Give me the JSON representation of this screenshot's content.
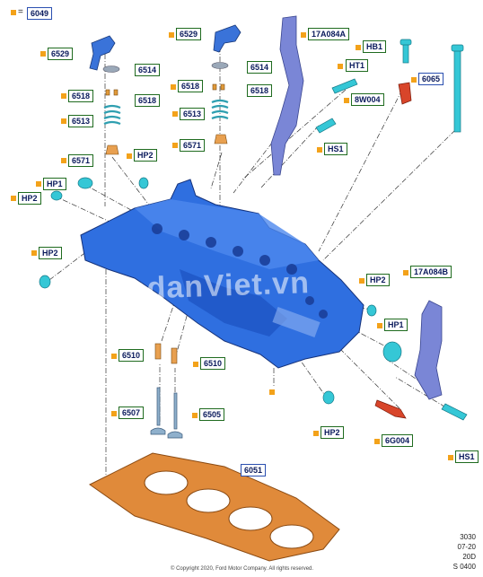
{
  "legend": {
    "symbol": "=",
    "code": "6049"
  },
  "labels": [
    {
      "id": "6529a",
      "text": "6529"
    },
    {
      "id": "6514a",
      "text": "6514"
    },
    {
      "id": "6518a",
      "text": "6518"
    },
    {
      "id": "6518b",
      "text": "6518"
    },
    {
      "id": "6513a",
      "text": "6513"
    },
    {
      "id": "6571a",
      "text": "6571"
    },
    {
      "id": "hp2a",
      "text": "HP2"
    },
    {
      "id": "hp1a",
      "text": "HP1"
    },
    {
      "id": "hp2b",
      "text": "HP2"
    },
    {
      "id": "hp2c",
      "text": "HP2"
    },
    {
      "id": "6529b",
      "text": "6529"
    },
    {
      "id": "6514b",
      "text": "6514"
    },
    {
      "id": "6518c",
      "text": "6518"
    },
    {
      "id": "6518d",
      "text": "6518"
    },
    {
      "id": "6513b",
      "text": "6513"
    },
    {
      "id": "6571b",
      "text": "6571"
    },
    {
      "id": "17a084a",
      "text": "17A084A"
    },
    {
      "id": "hb1",
      "text": "HB1"
    },
    {
      "id": "ht1",
      "text": "HT1"
    },
    {
      "id": "8w004",
      "text": "8W004"
    },
    {
      "id": "hs1a",
      "text": "HS1"
    },
    {
      "id": "6065",
      "text": "6065"
    },
    {
      "id": "hp2d",
      "text": "HP2"
    },
    {
      "id": "17a084b",
      "text": "17A084B"
    },
    {
      "id": "hp1b",
      "text": "HP1"
    },
    {
      "id": "6510a",
      "text": "6510"
    },
    {
      "id": "6510b",
      "text": "6510"
    },
    {
      "id": "6507",
      "text": "6507"
    },
    {
      "id": "6505",
      "text": "6505"
    },
    {
      "id": "hp2e",
      "text": "HP2"
    },
    {
      "id": "6g004",
      "text": "6G004"
    },
    {
      "id": "hs1b",
      "text": "HS1"
    },
    {
      "id": "6051",
      "text": "6051"
    }
  ],
  "watermark": "SedanViet.vn",
  "title_block": [
    "3030",
    "07-20",
    "20D",
    "S 0400"
  ],
  "footer": "© Copyright 2020, Ford Motor Company. All rights reserved."
}
